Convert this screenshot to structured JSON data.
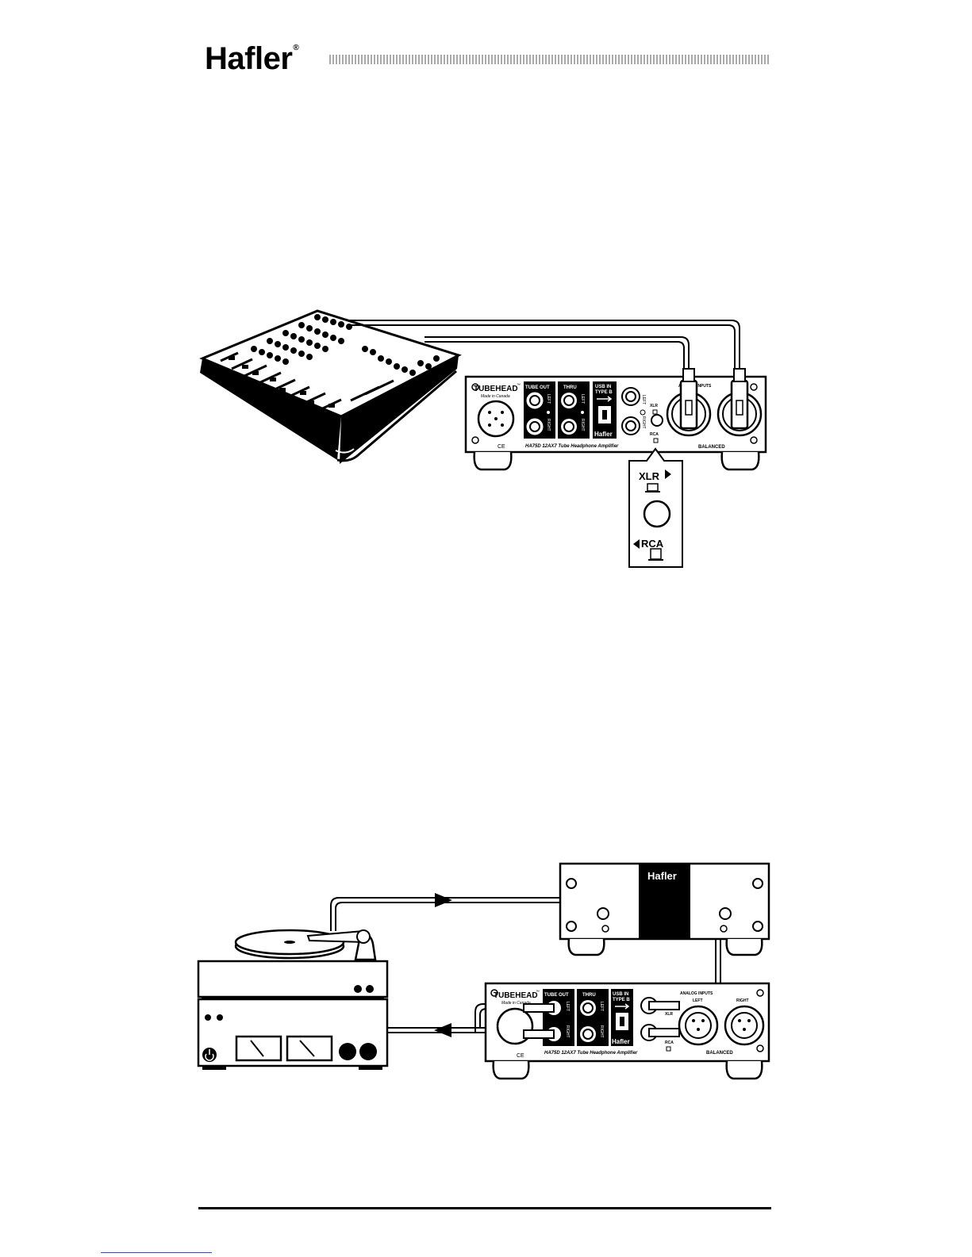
{
  "header": {
    "brand": "Hafler",
    "registered_mark": "®"
  },
  "diagram1": {
    "amp_brand": "TUBEHEAD",
    "trademark": "™",
    "made_in": "Made in Canada",
    "tube_out_label": "TUBE OUT",
    "thru_label": "THRU",
    "usb_label_1": "USB IN",
    "usb_label_2": "TYPE B",
    "hafler_badge": "Hafler",
    "left_label": "LEFT",
    "right_label": "RIGHT",
    "xlr_small": "XLR",
    "rca_small": "RCA",
    "analog_inputs": "ANALOG INPUTS",
    "balanced": "BALANCED",
    "model": "HA75D 12AX7 Tube Headphone Amplifier",
    "ce": "CE",
    "callout_xlr": "XLR",
    "callout_rca": "RCA"
  },
  "diagram2": {
    "amp_brand": "TUBEHEAD",
    "trademark": "™",
    "made_in": "Made in Canada",
    "tube_out_label": "TUBE OUT",
    "thru_label": "THRU",
    "usb_label_1": "USB IN",
    "usb_label_2": "TYPE B",
    "hafler_badge": "Hafler",
    "left_label": "LEFT",
    "right_label": "RIGHT",
    "xlr_small": "XLR",
    "rca_small": "RCA",
    "analog_inputs": "ANALOG INPUTS",
    "inputs_left": "LEFT",
    "inputs_right": "RIGHT",
    "balanced": "BALANCED",
    "model": "HA75D 12AX7 Tube Headphone Amplifier",
    "ce": "CE",
    "preamp_brand": "Hafler"
  }
}
